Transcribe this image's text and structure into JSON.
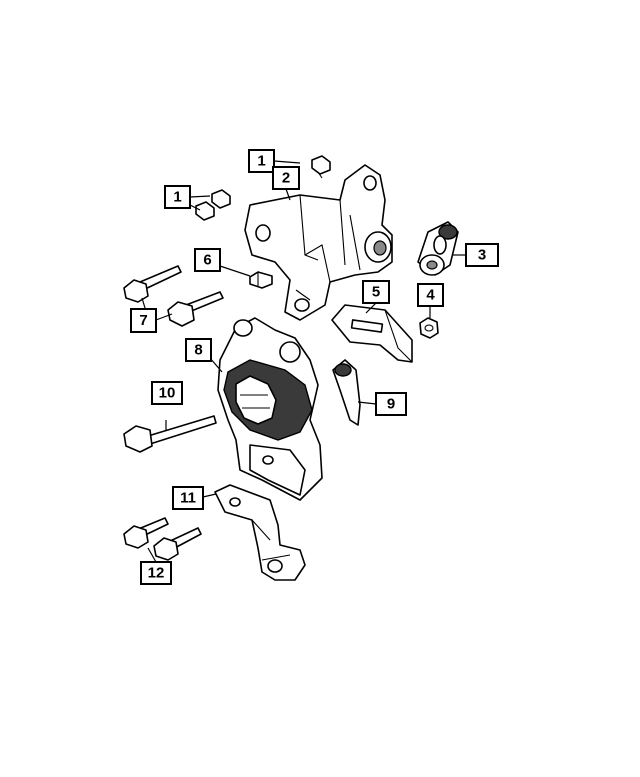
{
  "diagram": {
    "callouts": [
      {
        "id": "c1a",
        "label": "1"
      },
      {
        "id": "c2",
        "label": "2"
      },
      {
        "id": "c1b",
        "label": "1"
      },
      {
        "id": "c3",
        "label": "3"
      },
      {
        "id": "c6",
        "label": "6"
      },
      {
        "id": "c5",
        "label": "5"
      },
      {
        "id": "c4",
        "label": "4"
      },
      {
        "id": "c7",
        "label": "7"
      },
      {
        "id": "c8",
        "label": "8"
      },
      {
        "id": "c9",
        "label": "9"
      },
      {
        "id": "c10",
        "label": "10"
      },
      {
        "id": "c11",
        "label": "11"
      },
      {
        "id": "c12",
        "label": "12"
      }
    ]
  }
}
